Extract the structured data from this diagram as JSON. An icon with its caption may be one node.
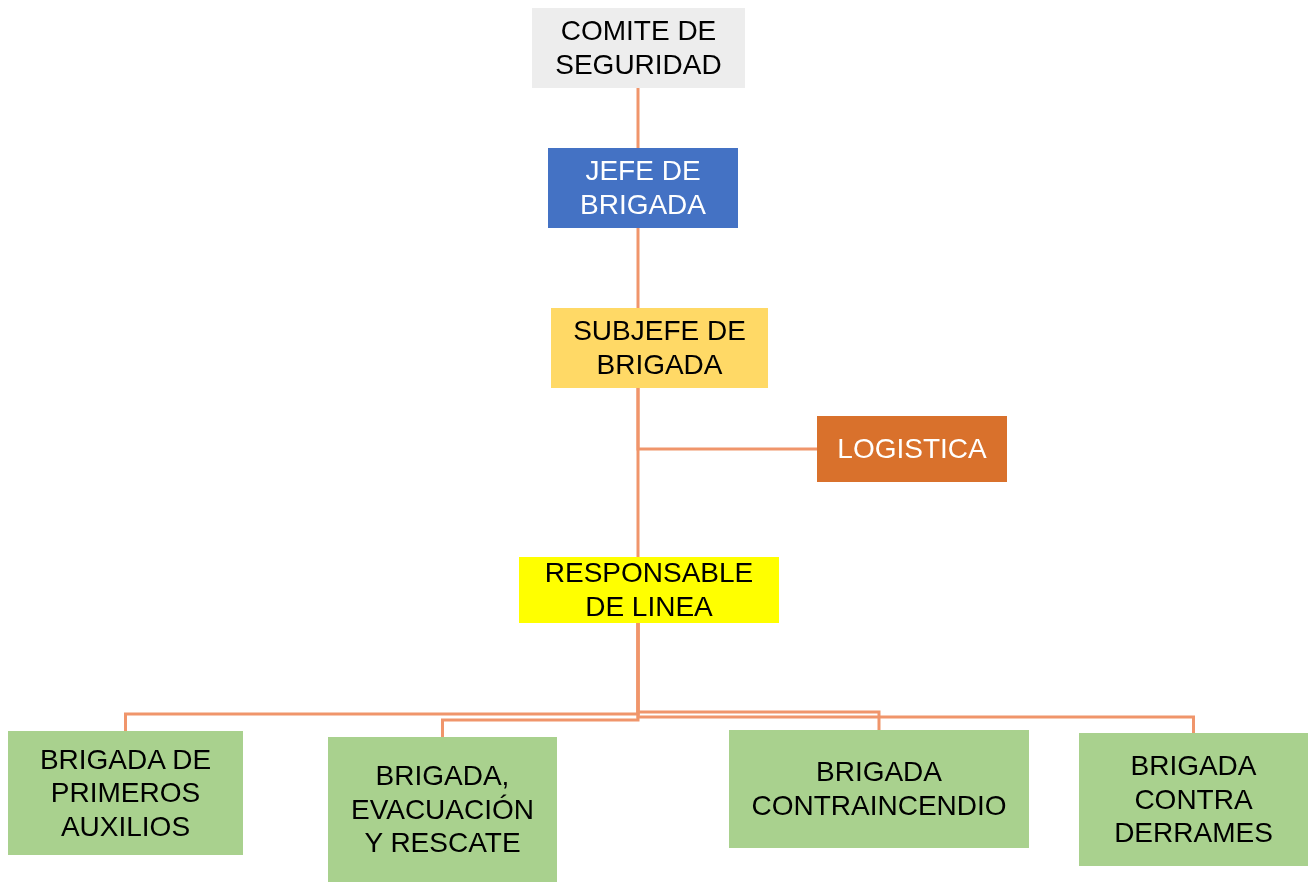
{
  "diagram": {
    "nodes": [
      {
        "text": [
          "COMITE DE SEGURIDAD"
        ]
      },
      {
        "text": [
          "JEFE DE BRIGADA"
        ]
      },
      {
        "text": [
          "SUBJEFE DE BRIGADA"
        ]
      },
      {
        "text": [
          "LOGISTICA"
        ]
      },
      {
        "text": [
          "RESPONSABLE DE LINEA"
        ]
      },
      {
        "text": [
          "BRIGADA DE PRIMEROS AUXILIOS"
        ]
      },
      {
        "text": [
          "BRIGADA, EVACUACIÓN Y RESCATE"
        ]
      },
      {
        "text": [
          "BRIGADA CONTRAINCENDIO"
        ]
      },
      {
        "text": [
          "BRIGADA CONTRA DERRAMES"
        ]
      }
    ],
    "edges": [
      {
        "from": 0,
        "to": 1,
        "arrow": "none"
      },
      {
        "from": 1,
        "to": 2,
        "arrow": "none"
      },
      {
        "from": 2,
        "to": 3,
        "arrow": "none"
      },
      {
        "from": 2,
        "to": 4,
        "arrow": "none"
      },
      {
        "from": 4,
        "to": 5,
        "arrow": "none"
      },
      {
        "from": 4,
        "to": 6,
        "arrow": "none"
      },
      {
        "from": 4,
        "to": 7,
        "arrow": "none"
      },
      {
        "from": 4,
        "to": 8,
        "arrow": "none"
      }
    ]
  }
}
